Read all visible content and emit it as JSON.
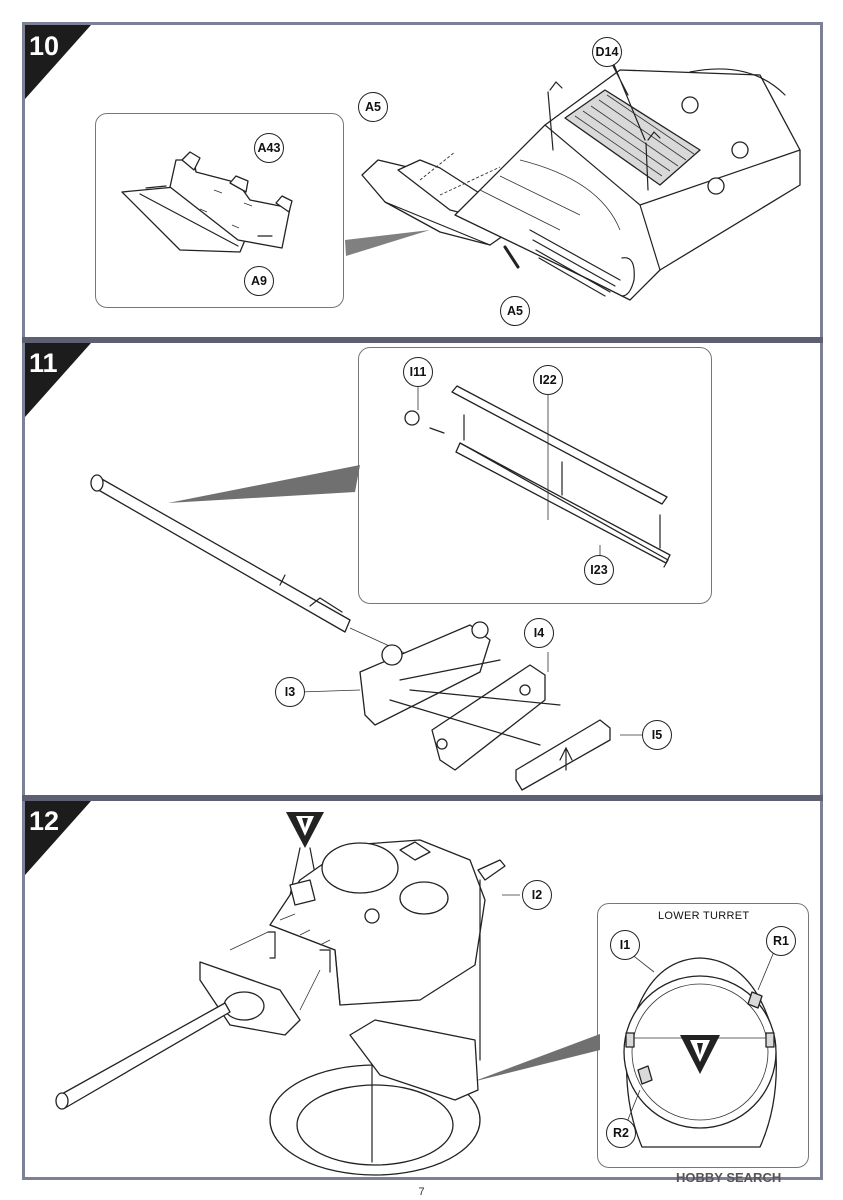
{
  "steps": [
    {
      "number": "10",
      "parts": [
        "A43",
        "A9",
        "A5",
        "A5",
        "D14"
      ]
    },
    {
      "number": "11",
      "parts": [
        "I11",
        "I22",
        "I23",
        "I4",
        "I3",
        "I5"
      ]
    },
    {
      "number": "12",
      "parts": [
        "I2",
        "I1",
        "R1",
        "R2"
      ],
      "inset_title": "LOWER TURRET"
    }
  ],
  "page_number": "7",
  "watermark": "HOBBY SEARCH"
}
